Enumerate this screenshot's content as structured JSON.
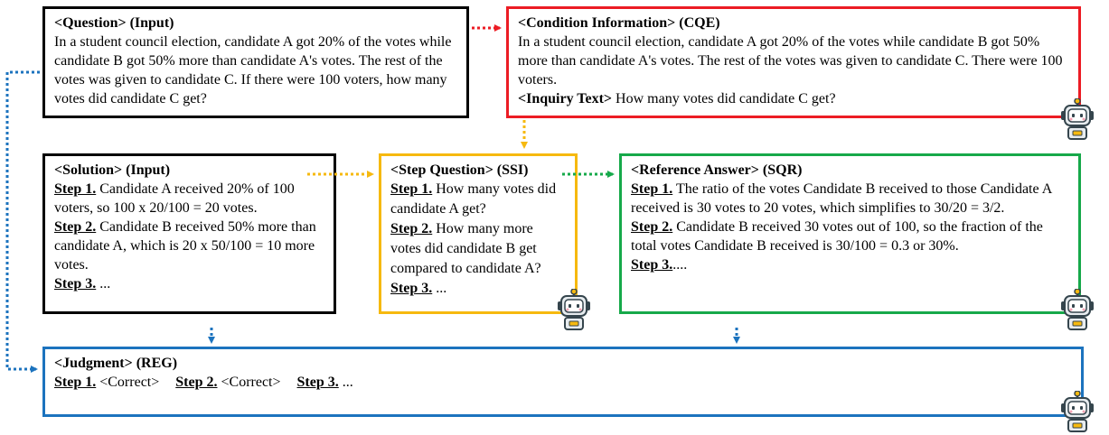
{
  "question": {
    "title": "<Question> (Input)",
    "text": "In a student council election, candidate A got 20% of the votes while candidate B got 50% more than candidate A's votes. The rest of the votes was given to candidate C. If there were 100 voters, how many votes did candidate C get?"
  },
  "cqe": {
    "title": "<Condition Information> (CQE)",
    "condition_text": "In a student council election, candidate A got 20% of the votes while candidate B got 50% more than candidate A's votes. The rest of the votes was given to candidate C. There were 100 voters.",
    "inquiry_label": "<Inquiry Text>",
    "inquiry_text": " How many votes did candidate C get?"
  },
  "solution": {
    "title": "<Solution> (Input)",
    "steps": [
      {
        "label": "Step 1.",
        "text": " Candidate A received 20% of 100 voters, so 100 x 20/100 = 20 votes."
      },
      {
        "label": "Step 2.",
        "text": " Candidate B received 50% more than candidate A, which is 20 x 50/100 = 10 more votes."
      },
      {
        "label": "Step 3.",
        "text": " ..."
      }
    ]
  },
  "ssi": {
    "title": "<Step Question> (SSI)",
    "steps": [
      {
        "label": "Step 1.",
        "text": " How many votes did candidate A get?"
      },
      {
        "label": "Step 2.",
        "text": " How many more votes did candidate B get compared to candidate A?"
      },
      {
        "label": "Step 3.",
        "text": " ..."
      }
    ]
  },
  "sqr": {
    "title": "<Reference Answer> (SQR)",
    "steps": [
      {
        "label": "Step 1.",
        "text": " The ratio of the votes Candidate B received to those Candidate A received is 30 votes to 20 votes, which simplifies to 30/20 = 3/2."
      },
      {
        "label": "Step 2.",
        "text": " Candidate B received 30 votes out of 100, so the fraction of the total votes Candidate B received is 30/100 = 0.3 or 30%."
      },
      {
        "label": "Step 3.",
        "text": "...."
      }
    ]
  },
  "reg": {
    "title": "<Judgment> (REG)",
    "steps": [
      {
        "label": "Step 1.",
        "text": " <Correct>"
      },
      {
        "label": "Step 2.",
        "text": " <Correct>"
      },
      {
        "label": "Step 3.",
        "text": " ..."
      }
    ]
  },
  "colors": {
    "question": "#000000",
    "cqe": "#ec1c24",
    "ssi": "#f6b90f",
    "sqr": "#16a94a",
    "reg": "#1c73be"
  },
  "icons": [
    "robot-icon"
  ]
}
